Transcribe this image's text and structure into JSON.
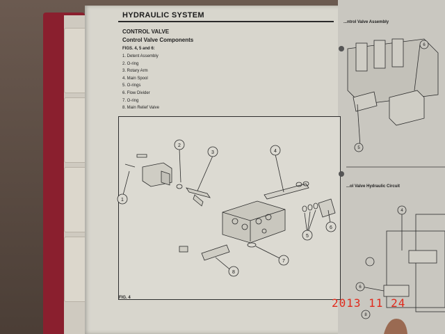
{
  "page": {
    "header": "HYDRAULIC SYSTEM",
    "section_title": "CONTROL VALVE",
    "subsection_title": "Control Valve Components",
    "figs_ref": "FIGS. 4, 5 and 6:",
    "parts": [
      "1. Detent Assembly",
      "2. O-ring",
      "3. Rotary Arm",
      "4. Main Spool",
      "5. O-rings",
      "6. Flow Divider",
      "7. O-ring",
      "8. Main Relief Valve"
    ],
    "figure_label": "FIG. 4",
    "callouts": [
      "1",
      "2",
      "3",
      "4",
      "5",
      "6",
      "7",
      "8"
    ]
  },
  "right_page": {
    "title_top": "...ntrol Valve Assembly",
    "title_bottom": "...ol Valve Hydraulic Circuit",
    "callouts": [
      "5",
      "6",
      "4",
      "6",
      "8"
    ]
  },
  "camera": {
    "date_stamp": "2013 11 24"
  }
}
